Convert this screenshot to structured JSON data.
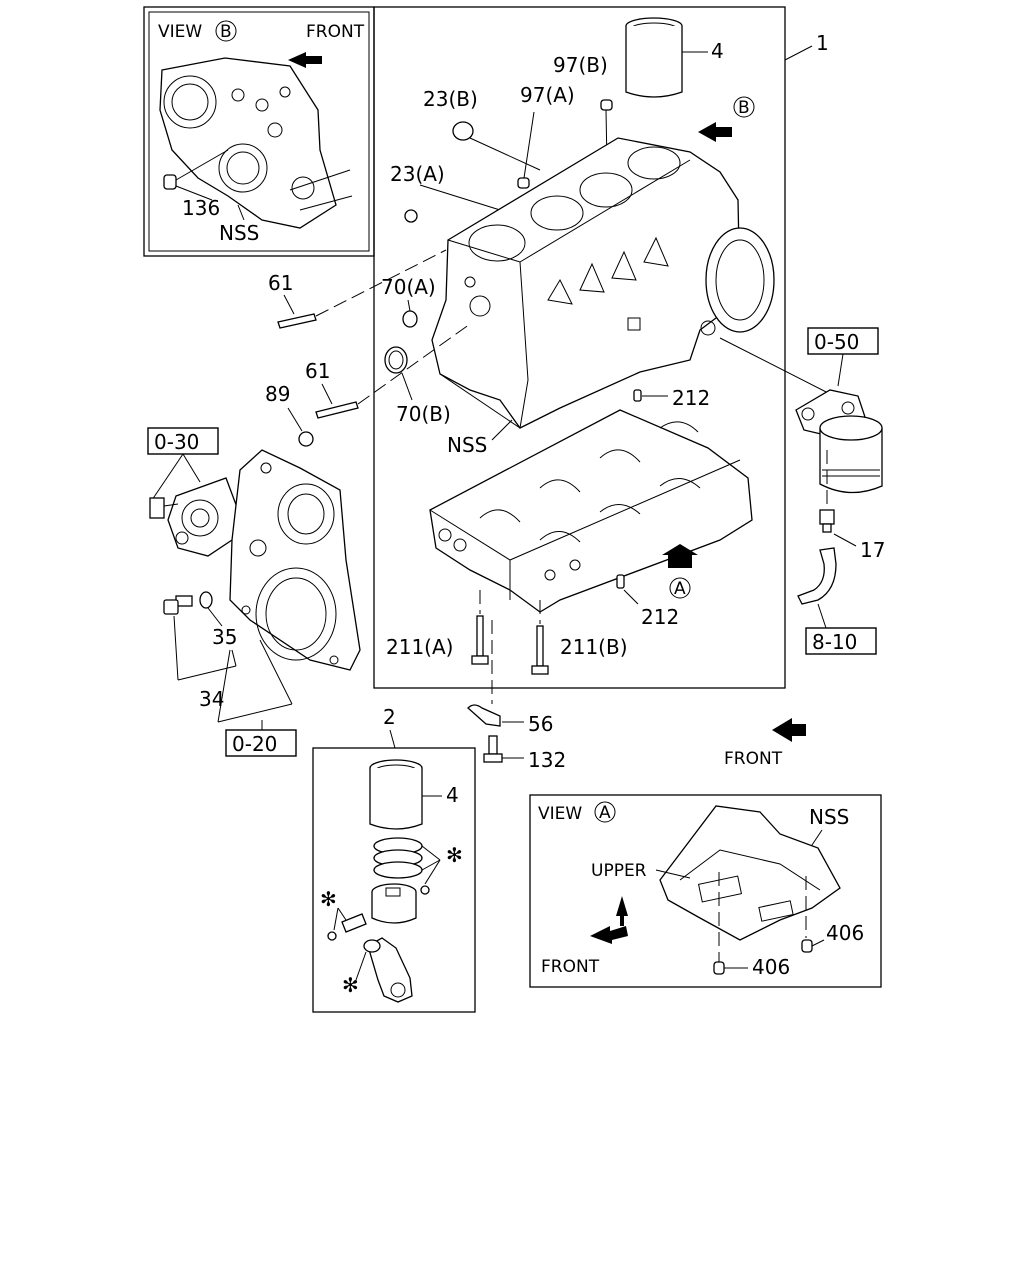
{
  "labels": {
    "p1": "1",
    "p2": "2",
    "p4_top": "4",
    "p4_piston": "4",
    "p97b": "97(B)",
    "p97a": "97(A)",
    "p23b": "23(B)",
    "p23a": "23(A)",
    "p61_top": "61",
    "p61_mid": "61",
    "p70a": "70(A)",
    "p70b": "70(B)",
    "p89": "89",
    "p212_top": "212",
    "p212_bot": "212",
    "p211a": "211(A)",
    "p211b": "211(B)",
    "p56": "56",
    "p132": "132",
    "p35": "35",
    "p34": "34",
    "p17": "17",
    "p136": "136",
    "p406_a": "406",
    "p406_b": "406",
    "nss_viewb": "NSS",
    "nss_block": "NSS",
    "nss_viewa": "NSS",
    "star1": "✻",
    "star2": "✻",
    "star3": "✻",
    "circle_b": "B",
    "circle_a": "A"
  },
  "refs": {
    "r030": "0-30",
    "r020": "0-20",
    "r050": "0-50",
    "r810": "8-10"
  },
  "views": {
    "viewb_title": "VIEW",
    "viewb_letter": "B",
    "viewb_front": "FRONT",
    "viewa_title": "VIEW",
    "viewa_letter": "A",
    "viewa_upper": "UPPER",
    "viewa_front": "FRONT"
  },
  "front_main": "FRONT"
}
